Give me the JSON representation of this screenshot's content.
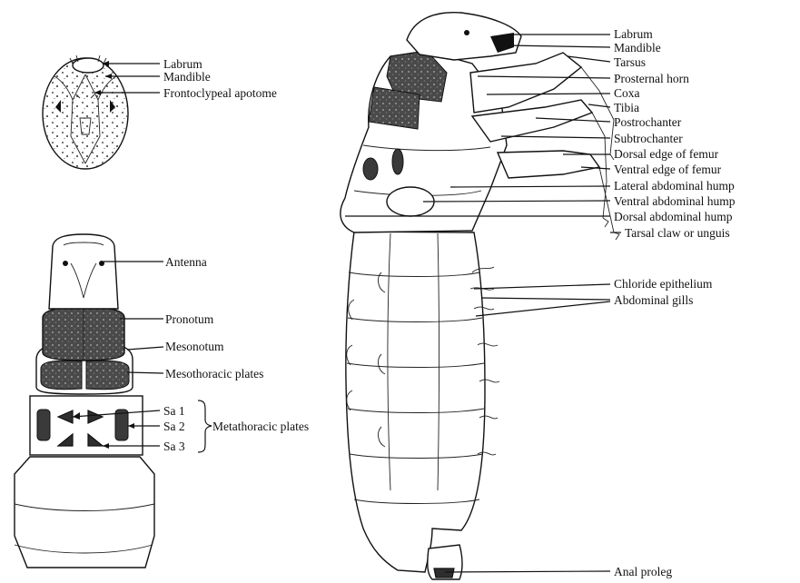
{
  "diagram": {
    "head_panel": {
      "labels": [
        "Labrum",
        "Mandible",
        "Frontoclypeal apotome"
      ]
    },
    "thorax_panel": {
      "labels": [
        "Antenna",
        "Pronotum",
        "Mesonotum",
        "Mesothoracic plates"
      ],
      "sa_labels": [
        "Sa 1",
        "Sa 2",
        "Sa 3"
      ],
      "group_label": "Metathoracic plates"
    },
    "lateral_panel": {
      "labels": [
        "Labrum",
        "Mandible",
        "Tarsus",
        "Prosternal horn",
        "Coxa",
        "Tibia",
        "Postrochanter",
        "Subtrochanter",
        "Dorsal edge of femur",
        "Ventral edge of femur",
        "Lateral abdominal hump",
        "Ventral abdominal hump",
        "Dorsal abdominal hump",
        "Tarsal claw or unguis",
        "Chloride epithelium",
        "Abdominal gills",
        "Anal proleg"
      ]
    }
  }
}
